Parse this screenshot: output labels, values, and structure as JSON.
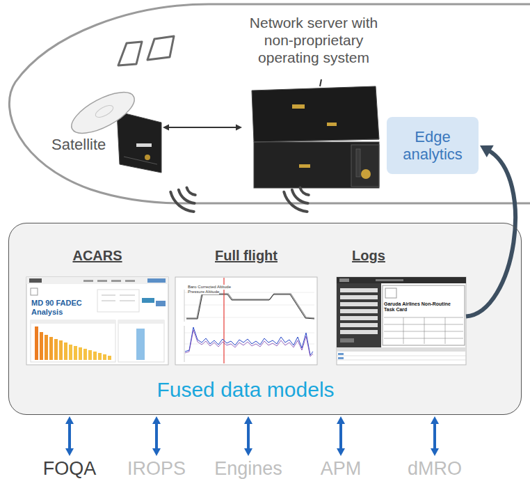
{
  "diagram": {
    "nodes": [
      {
        "text": [
          "Satellite"
        ]
      },
      {
        "text": [
          "Network server with non-proprietary operating system"
        ]
      },
      {
        "text": [
          "Edge analytics"
        ]
      },
      {
        "text": [
          "Fused data models"
        ]
      },
      {
        "text": [
          "ACARS"
        ],
        "in": 3
      },
      {
        "text": [
          "Full flight"
        ],
        "in": 3
      },
      {
        "text": [
          "Logs"
        ],
        "in": 3
      },
      {
        "text": [
          "FOQA"
        ]
      },
      {
        "text": [
          "IROPS"
        ]
      },
      {
        "text": [
          "Engines"
        ]
      },
      {
        "text": [
          "APM"
        ]
      },
      {
        "text": [
          "dMRO"
        ]
      }
    ],
    "edges": [
      {
        "from": 0,
        "to": 1,
        "arrow": "both"
      },
      {
        "from": 6,
        "to": 2,
        "arrow": "to"
      },
      {
        "from": 3,
        "to": 7,
        "arrow": "both"
      },
      {
        "from": 3,
        "to": 8,
        "arrow": "both"
      },
      {
        "from": 3,
        "to": 9,
        "arrow": "both"
      },
      {
        "from": 3,
        "to": 10,
        "arrow": "both"
      },
      {
        "from": 3,
        "to": 11,
        "arrow": "both"
      }
    ],
    "labels": [
      "MD 90 FADEC Analysis",
      "Baro Corrected Altitude",
      "Pressure Altitude",
      "Garuda Airlines Non-Routine Task Card"
    ]
  }
}
